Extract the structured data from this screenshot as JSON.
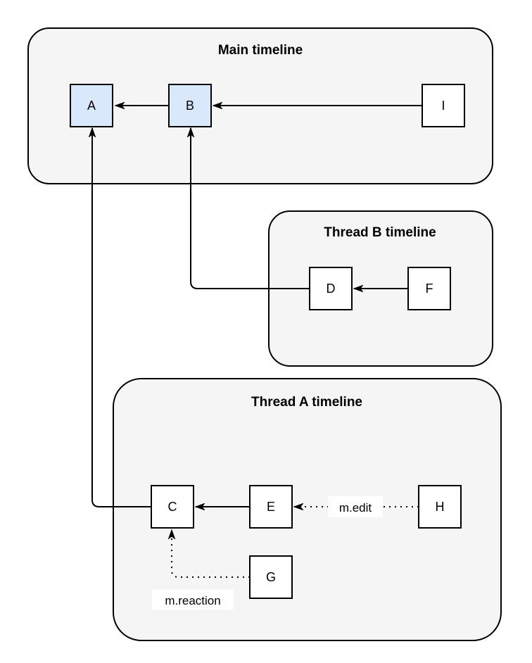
{
  "diagram": {
    "background": "#ffffff",
    "colors": {
      "container_fill": "#f5f5f5",
      "container_stroke": "#000000",
      "node_fill_default": "#ffffff",
      "node_fill_highlight": "#dae8fc",
      "node_stroke": "#000000",
      "edge_color": "#000000",
      "edge_label_bg": "#ffffff"
    },
    "containers": [
      {
        "id": "main",
        "title": "Main timeline"
      },
      {
        "id": "thread-b",
        "title": "Thread B timeline"
      },
      {
        "id": "thread-a",
        "title": "Thread A timeline"
      }
    ],
    "nodes": [
      {
        "id": "A",
        "label": "A",
        "container": "main",
        "highlighted": true
      },
      {
        "id": "B",
        "label": "B",
        "container": "main",
        "highlighted": true
      },
      {
        "id": "I",
        "label": "I",
        "container": "main",
        "highlighted": false
      },
      {
        "id": "D",
        "label": "D",
        "container": "thread-b",
        "highlighted": false
      },
      {
        "id": "F",
        "label": "F",
        "container": "thread-b",
        "highlighted": false
      },
      {
        "id": "C",
        "label": "C",
        "container": "thread-a",
        "highlighted": false
      },
      {
        "id": "E",
        "label": "E",
        "container": "thread-a",
        "highlighted": false
      },
      {
        "id": "H",
        "label": "H",
        "container": "thread-a",
        "highlighted": false
      },
      {
        "id": "G",
        "label": "G",
        "container": "thread-a",
        "highlighted": false
      }
    ],
    "edges": [
      {
        "from": "B",
        "to": "A",
        "style": "solid",
        "label": ""
      },
      {
        "from": "I",
        "to": "B",
        "style": "solid",
        "label": ""
      },
      {
        "from": "F",
        "to": "D",
        "style": "solid",
        "label": ""
      },
      {
        "from": "D",
        "to": "B",
        "style": "solid",
        "label": ""
      },
      {
        "from": "E",
        "to": "C",
        "style": "solid",
        "label": ""
      },
      {
        "from": "C",
        "to": "A",
        "style": "solid",
        "label": ""
      },
      {
        "from": "H",
        "to": "E",
        "style": "dotted",
        "label": "m.edit"
      },
      {
        "from": "G",
        "to": "C",
        "style": "dotted",
        "label": "m.reaction"
      }
    ]
  }
}
